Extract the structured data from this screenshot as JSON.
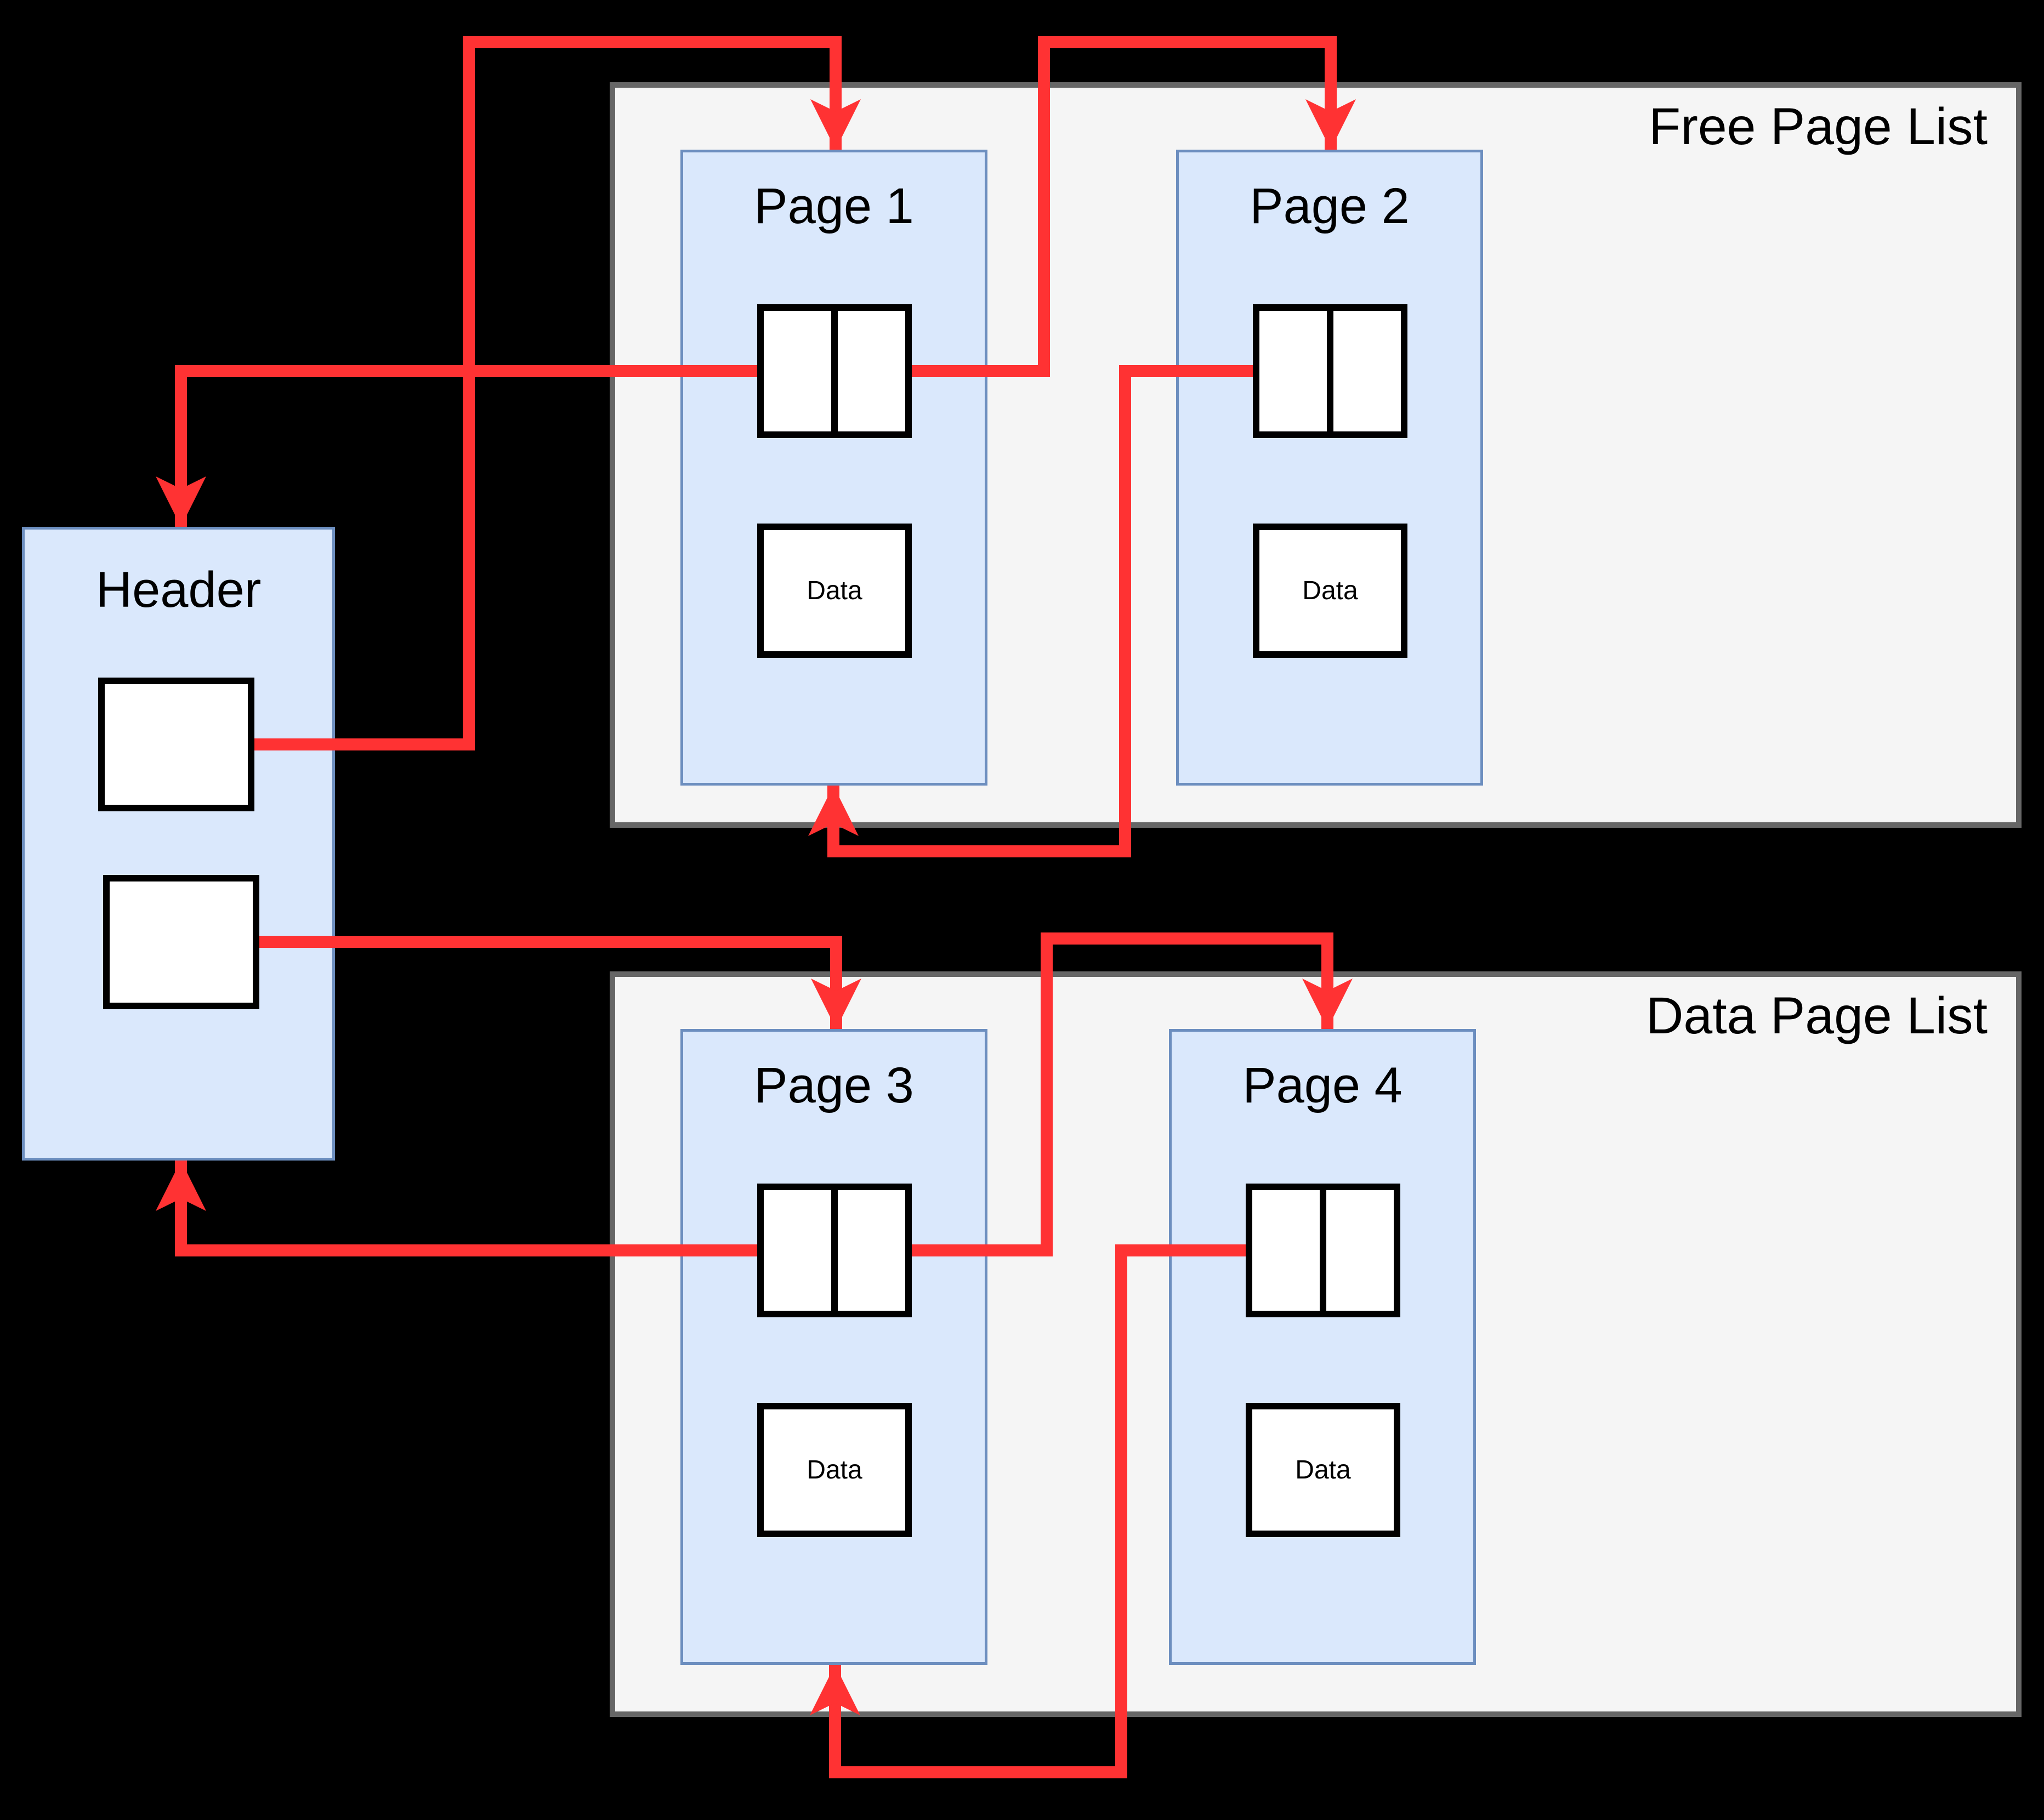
{
  "colors": {
    "background": "#000000",
    "arrow": "#ff3233",
    "container_fill": "#f5f5f5",
    "container_border": "#666666",
    "page_fill": "#dae8fc",
    "page_border": "#6c8ebf",
    "box_fill": "#ffffff",
    "box_border": "#000000",
    "text": "#000000"
  },
  "free_list": {
    "label": "Free Page List",
    "pages": [
      {
        "id": "page1",
        "title": "Page 1",
        "data_label": "Data"
      },
      {
        "id": "page2",
        "title": "Page 2",
        "data_label": "Data"
      }
    ]
  },
  "data_list": {
    "label": "Data Page List",
    "pages": [
      {
        "id": "page3",
        "title": "Page 3",
        "data_label": "Data"
      },
      {
        "id": "page4",
        "title": "Page 4",
        "data_label": "Data"
      }
    ]
  },
  "header": {
    "label": "Header"
  },
  "edges": [
    {
      "id": "free-head",
      "from": "header-free-slot",
      "to": "page1-top"
    },
    {
      "id": "page1-next",
      "from": "page1-next-cell",
      "to": "page2-top"
    },
    {
      "id": "page2-prev",
      "from": "page2-prev-cell",
      "to": "page1-bottom"
    },
    {
      "id": "page1-prev",
      "from": "page1-prev-cell",
      "to": "header-top"
    },
    {
      "id": "data-head",
      "from": "header-data-slot",
      "to": "page3-top"
    },
    {
      "id": "page3-next",
      "from": "page3-next-cell",
      "to": "page4-top"
    },
    {
      "id": "page4-prev",
      "from": "page4-prev-cell",
      "to": "page3-bottom"
    },
    {
      "id": "page3-prev",
      "from": "page3-prev-cell",
      "to": "header-bottom"
    }
  ]
}
